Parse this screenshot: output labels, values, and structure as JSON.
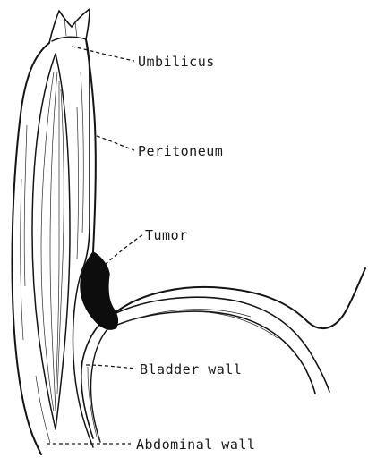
{
  "labels": {
    "umbilicus": "Umbilicus",
    "peritoneum": "Peritoneum",
    "tumor": "Tumor",
    "bladder_wall": "Bladder wall",
    "abdominal_wall": "Abdominal wall"
  },
  "colors": {
    "ink": "#141414",
    "background": "#ffffff"
  }
}
